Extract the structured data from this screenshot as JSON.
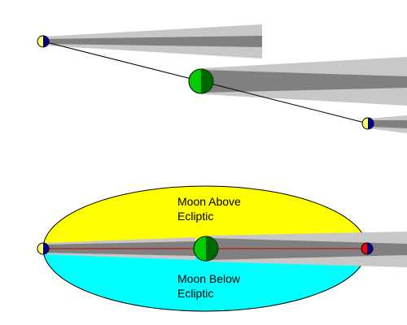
{
  "labels": {
    "above_line1": "Moon Above",
    "above_line2": "Ecliptic",
    "below_line1": "Moon Below",
    "below_line2": "Ecliptic"
  },
  "colors": {
    "background": "#ffffff",
    "penumbra": "#c8c8c8",
    "umbra": "#808080",
    "earth_green": "#00cc00",
    "earth_dark_green": "#006600",
    "moon_yellow": "#ffff66",
    "moon_dark": "#000080",
    "above_region": "#ffff00",
    "below_region": "#00ffff",
    "ecliptic_line": "#cc0000",
    "path_line": "#000000",
    "moon_red": "#ff0000"
  }
}
